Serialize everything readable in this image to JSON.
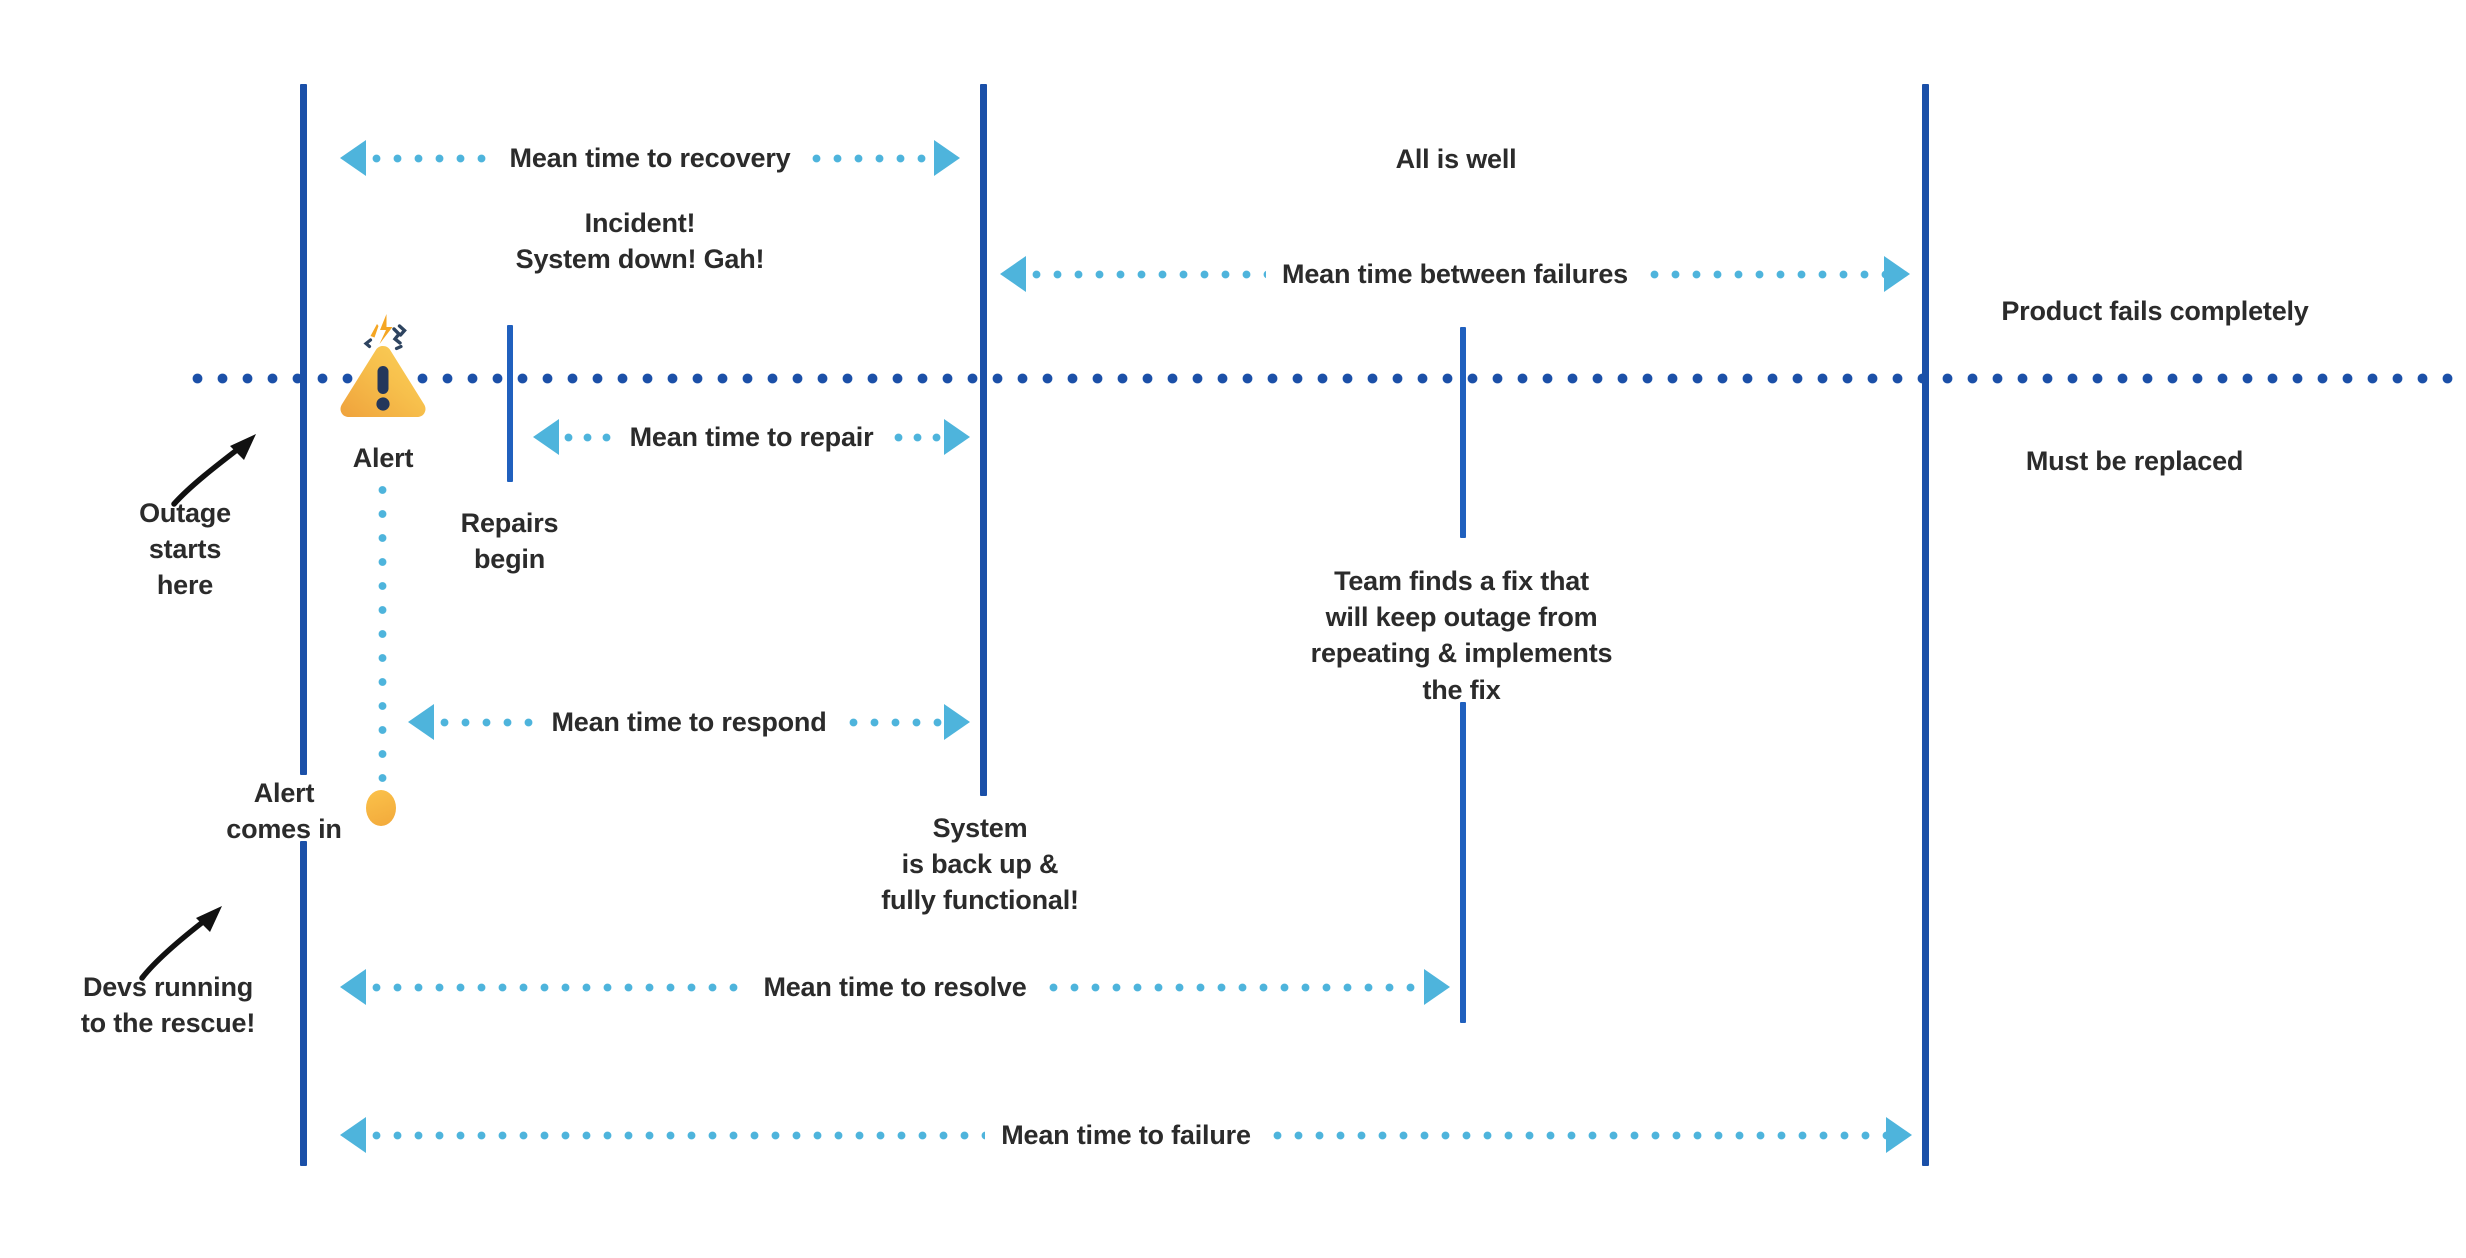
{
  "diagram": {
    "title": "Incident lifecycle reliability metrics timeline",
    "colors": {
      "milestone_line": "#1B50A8",
      "timeline_dots": "#1B50A8",
      "measure_arrow": "#4EB4DC",
      "alert_amber": "#F5B731",
      "alert_mark": "#24375B",
      "text": "#2B2B2B",
      "background": "#FFFFFF"
    },
    "milestones": [
      {
        "id": "outage-start",
        "label": "Outage starts here"
      },
      {
        "id": "repairs-begin",
        "label": "Repairs begin"
      },
      {
        "id": "system-back-up",
        "label": "System\nis back up &\nfully functional!"
      },
      {
        "id": "fix-implemented",
        "label": "Team finds a fix that\nwill keep outage from\nrepeating & implements\nthe fix"
      },
      {
        "id": "product-fails",
        "label": "Product fails completely"
      }
    ],
    "measures": [
      {
        "id": "mttrecovery",
        "label": "Mean time to recovery"
      },
      {
        "id": "mtbf",
        "label": "Mean time between failures"
      },
      {
        "id": "mttrepair",
        "label": "Mean time to repair"
      },
      {
        "id": "mttrespond",
        "label": "Mean time to respond"
      },
      {
        "id": "mttresolve",
        "label": "Mean time to resolve"
      },
      {
        "id": "mttfailure",
        "label": "Mean time to failure"
      }
    ],
    "notes": {
      "outage_starts_here": "Outage\nstarts\nhere",
      "incident": "Incident!\nSystem down! Gah!",
      "alert": "Alert",
      "repairs_begin": "Repairs\nbegin",
      "all_is_well": "All is well",
      "product_fails": "Product fails completely",
      "must_be_replaced": "Must be replaced",
      "team_finds_fix": "Team finds a fix that\nwill keep outage from\nrepeating & implements\nthe fix",
      "system_back_up": "System\nis back up &\nfully functional!",
      "alert_comes_in": "Alert\ncomes in",
      "devs_running": "Devs running\nto the rescue!"
    },
    "icons": {
      "alert": "alert-triangle-icon",
      "alert_dot": "alert-event-dot-icon",
      "outage_pointer": "curved-arrow-up-right-icon",
      "devs_pointer": "curved-arrow-up-right-icon"
    }
  }
}
